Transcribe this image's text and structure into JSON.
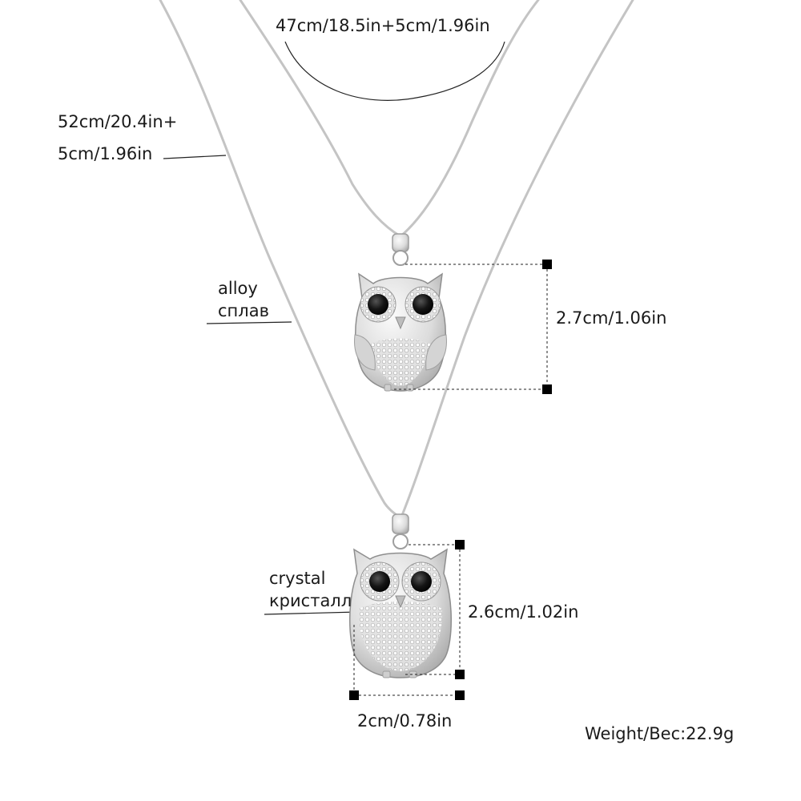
{
  "labels": {
    "inner_chain_length": "47cm/18.5in+5cm/1.96in",
    "outer_chain_length_line1": "52cm/20.4in+",
    "outer_chain_length_line2": "5cm/1.96in",
    "material_line1": "alloy",
    "material_line2": "сплав",
    "upper_pendant_height": "2.7cm/1.06in",
    "stone_line1": "crystal",
    "stone_line2": "кристалл",
    "lower_pendant_height": "2.6cm/1.02in",
    "lower_pendant_width": "2cm/0.78in",
    "weight": "Weight/Вес:22.9g"
  },
  "colors": {
    "background": "#ffffff",
    "chain": "#c9c9c9",
    "silver_light": "#f2f2f2",
    "silver_mid": "#d6d6d6",
    "silver_dark": "#9e9e9e",
    "eye": "#111111",
    "text": "#1a1a1a",
    "dimension_marker": "#000000"
  }
}
